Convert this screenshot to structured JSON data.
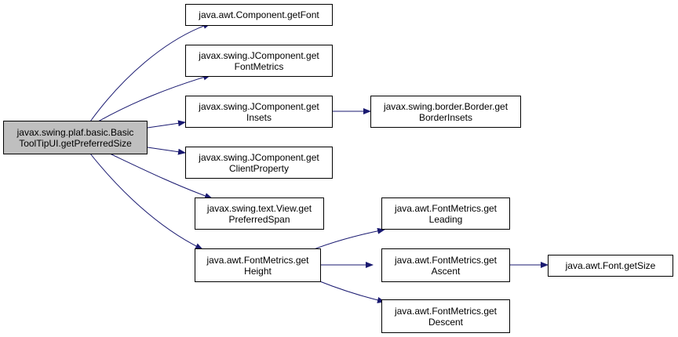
{
  "colors": {
    "edge": "#191970",
    "root_fill": "#bfbfbf",
    "node_fill": "#ffffff",
    "border": "#000000"
  },
  "nodes": {
    "root": {
      "line1": "javax.swing.plaf.basic.Basic",
      "line2": "ToolTipUI.getPreferredSize"
    },
    "component_getfont": {
      "line1": "java.awt.Component.getFont"
    },
    "jcomponent_getfontmetrics": {
      "line1": "javax.swing.JComponent.get",
      "line2": "FontMetrics"
    },
    "jcomponent_getinsets": {
      "line1": "javax.swing.JComponent.get",
      "line2": "Insets"
    },
    "border_getborderinsets": {
      "line1": "javax.swing.border.Border.get",
      "line2": "BorderInsets"
    },
    "jcomponent_getclientproperty": {
      "line1": "javax.swing.JComponent.get",
      "line2": "ClientProperty"
    },
    "view_getpreferredspan": {
      "line1": "javax.swing.text.View.get",
      "line2": "PreferredSpan"
    },
    "fontmetrics_getheight": {
      "line1": "java.awt.FontMetrics.get",
      "line2": "Height"
    },
    "fontmetrics_getleading": {
      "line1": "java.awt.FontMetrics.get",
      "line2": "Leading"
    },
    "fontmetrics_getascent": {
      "line1": "java.awt.FontMetrics.get",
      "line2": "Ascent"
    },
    "fontmetrics_getdescent": {
      "line1": "java.awt.FontMetrics.get",
      "line2": "Descent"
    },
    "font_getsize": {
      "line1": "java.awt.Font.getSize"
    }
  },
  "edges": [
    [
      "root",
      "component_getfont"
    ],
    [
      "root",
      "jcomponent_getfontmetrics"
    ],
    [
      "root",
      "jcomponent_getinsets"
    ],
    [
      "root",
      "jcomponent_getclientproperty"
    ],
    [
      "root",
      "view_getpreferredspan"
    ],
    [
      "root",
      "fontmetrics_getheight"
    ],
    [
      "jcomponent_getinsets",
      "border_getborderinsets"
    ],
    [
      "fontmetrics_getheight",
      "fontmetrics_getleading"
    ],
    [
      "fontmetrics_getheight",
      "fontmetrics_getascent"
    ],
    [
      "fontmetrics_getheight",
      "fontmetrics_getdescent"
    ],
    [
      "fontmetrics_getascent",
      "font_getsize"
    ]
  ]
}
